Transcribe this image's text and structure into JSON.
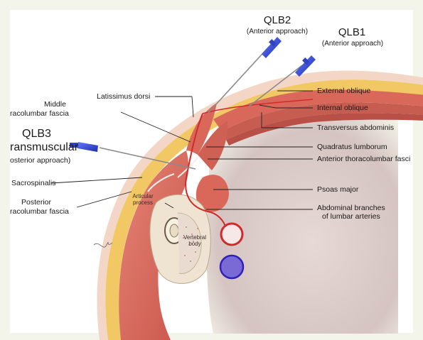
{
  "needles": {
    "qlb2": {
      "title": "QLB2",
      "subtitle": "(Anterior approach)"
    },
    "qlb1": {
      "title": "QLB1",
      "subtitle": "(Anterior approach)"
    },
    "qlb3": {
      "title": "QLB3",
      "line2": "ransmuscular",
      "line3": "osterior approach)"
    }
  },
  "labels_left": {
    "middle_tlf_1": "Middle",
    "middle_tlf_2": "racolumbar fascia",
    "latissimus": "Latissimus dorsi",
    "sacrospinalis": "Sacrospinalis",
    "posterior_tlf_1": "Posterior",
    "posterior_tlf_2": "racolumbar fascia"
  },
  "labels_right": {
    "external_oblique": "External oblique",
    "internal_oblique": "Internal oblique",
    "transversus": "Transversus abdominis",
    "quadratus": "Quadratus lumborum",
    "anterior_tlf": "Anterior thoracolumbar fasci",
    "psoas": "Psoas major",
    "arteries_1": "Abdominal branches",
    "arteries_2": "of lumbar arteries"
  },
  "inner_labels": {
    "articular_1": "Articular",
    "articular_2": "process",
    "vertebral_1": "Vertebral",
    "vertebral_2": "body"
  },
  "colors": {
    "background": "#f3f4ea",
    "muscle": "#d9685a",
    "fat": "#f2c865",
    "skin": "#f4d6c7",
    "cavity": "#d8c7c4",
    "needle_hub": "#2f43c8",
    "artery": "#d12a2a",
    "vein": "#4a3fb8"
  }
}
